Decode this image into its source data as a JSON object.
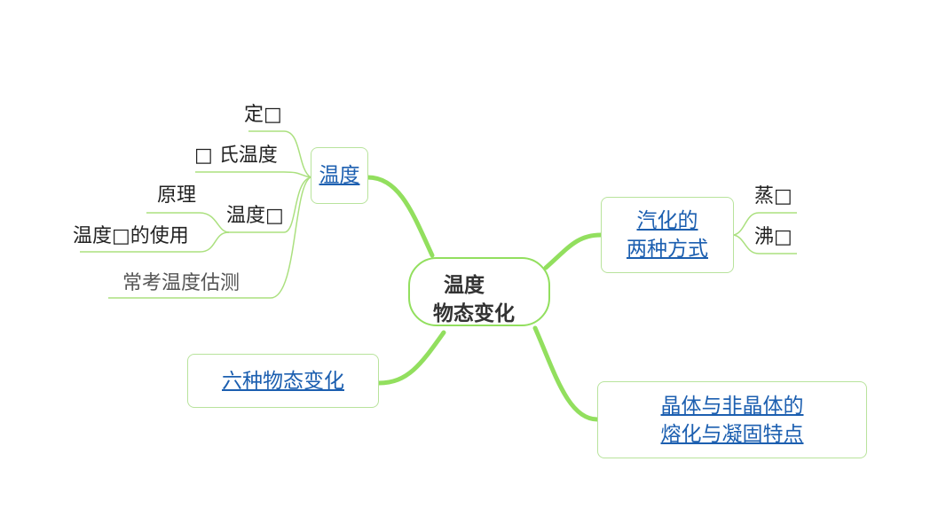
{
  "center": {
    "line1": "温度",
    "line2": "物态变化"
  },
  "branches": {
    "temperature": {
      "label": "温度",
      "children": [
        "定□",
        "□ 氏温度",
        "温度□",
        "常考温度估测"
      ],
      "thermometer_children": [
        "原理",
        "温度□的使用"
      ]
    },
    "vaporization": {
      "line1": "汽化的",
      "line2": "两种方式",
      "children": [
        "蒸□",
        "沸□"
      ]
    },
    "six_changes": {
      "label": "六种物态变化"
    },
    "crystal": {
      "line1": "晶体与非晶体的",
      "line2": "熔化与凝固特点"
    }
  },
  "colors": {
    "branch": "#92df5e",
    "thin_line": "#abe07f",
    "link": "#1c5fb0"
  }
}
